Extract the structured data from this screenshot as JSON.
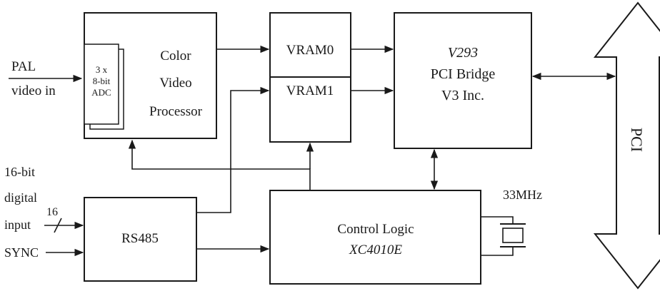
{
  "inputs": {
    "pal_line1": "PAL",
    "pal_line2": "video in",
    "digital_line1": "16-bit",
    "digital_line2": "digital",
    "digital_line3": "input",
    "bus_width": "16",
    "sync": "SYNC"
  },
  "adc": {
    "line1": "3 x",
    "line2": "8-bit",
    "line3": "ADC"
  },
  "cvp": {
    "line1": "Color",
    "line2": "Video",
    "line3": "Processor"
  },
  "vram0": "VRAM0",
  "vram1": "VRAM1",
  "bridge": {
    "line1": "V293",
    "line2": "PCI Bridge",
    "line3": "V3 Inc."
  },
  "rs485": "RS485",
  "control": {
    "line1": "Control Logic",
    "line2": "XC4010E"
  },
  "clock": "33MHz",
  "pci": "PCI",
  "colors": {
    "line": "#1a1a1a",
    "background": "#ffffff"
  }
}
